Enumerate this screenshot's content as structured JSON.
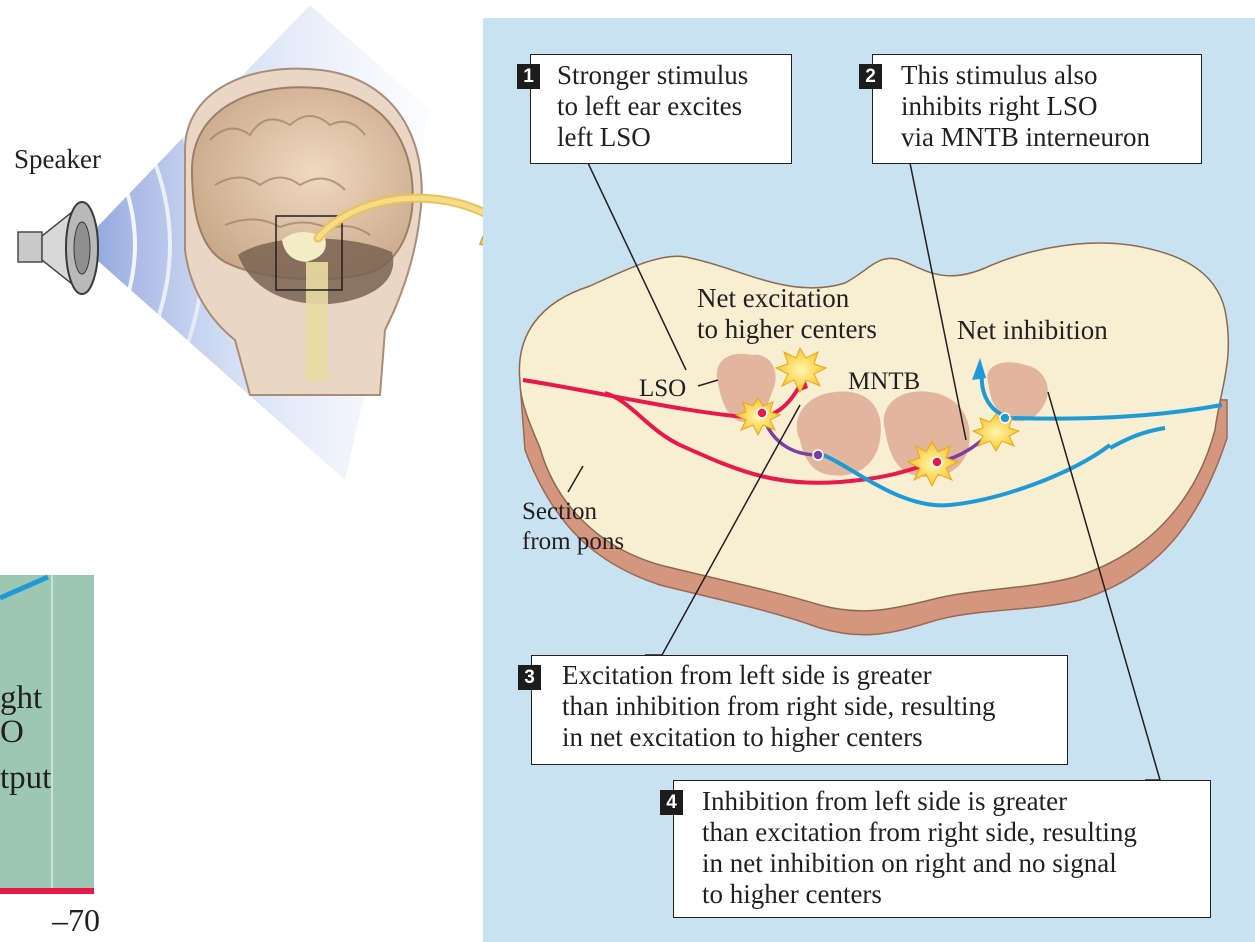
{
  "left_panel": {
    "speaker_label": "Speaker",
    "graph_fragment": {
      "label_lines": [
        "ght",
        "O",
        "tput"
      ],
      "tick_value": "–70"
    }
  },
  "right_panel": {
    "background_color": "#c8e2f2",
    "steps": [
      {
        "number": "1",
        "lines": [
          "Stronger stimulus",
          "to left ear excites",
          "left LSO"
        ]
      },
      {
        "number": "2",
        "lines": [
          "This stimulus also",
          "inhibits right LSO",
          "via MNTB interneuron"
        ]
      },
      {
        "number": "3",
        "lines": [
          "Excitation from left side is greater",
          "than inhibition from right side, resulting",
          "in net excitation to higher centers"
        ]
      },
      {
        "number": "4",
        "lines": [
          "Inhibition from left side is greater",
          "than excitation from right side, resulting",
          "in net inhibition on right and no signal",
          "to higher centers"
        ]
      }
    ],
    "labels": {
      "net_excitation": [
        "Net excitation",
        "to higher centers"
      ],
      "net_inhibition": "Net inhibition",
      "lso": "LSO",
      "mntb": "MNTB",
      "section": [
        "Section",
        "from pons"
      ]
    },
    "colors": {
      "excitatory_pathway": "#e8184a",
      "inhibitory_pathway": "#1f9ad6",
      "interneuron": "#7b3fa0",
      "pons_tissue": "#f8eed2",
      "nuclei": "#e2b59d"
    }
  }
}
